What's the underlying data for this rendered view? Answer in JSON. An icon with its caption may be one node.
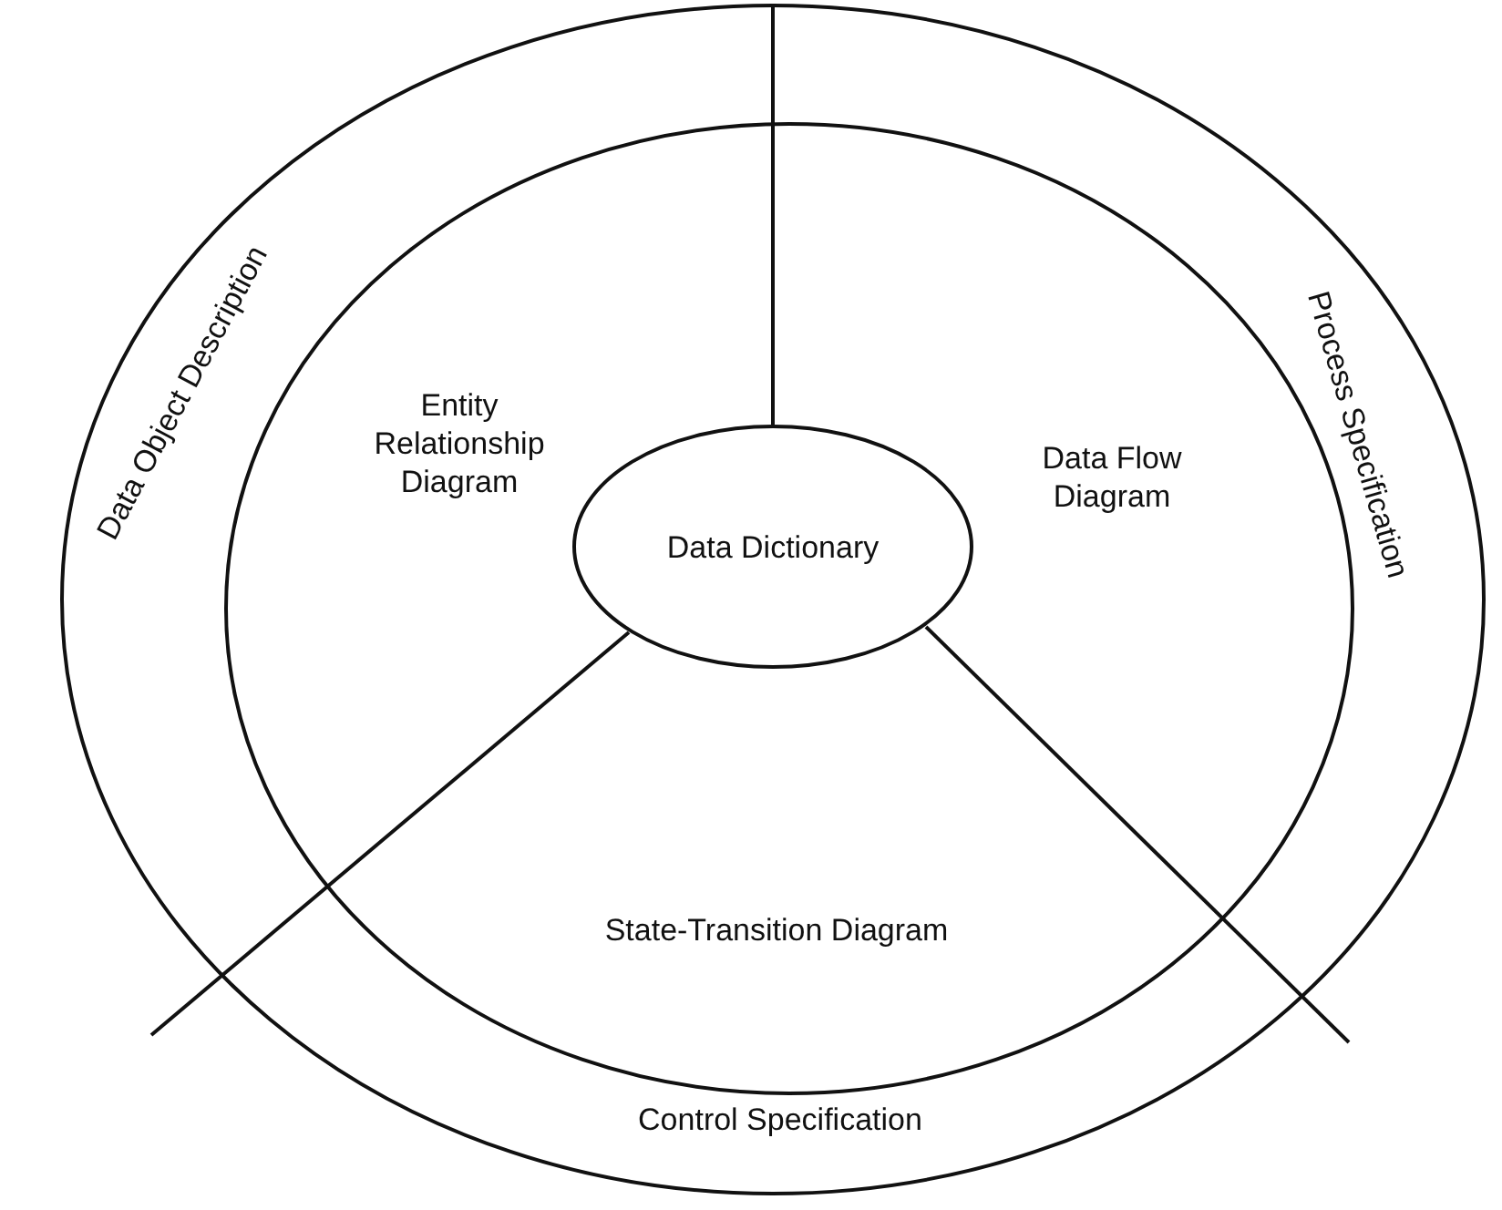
{
  "diagram": {
    "nodes": [
      {
        "text": [
          "Data Object Description"
        ]
      },
      {
        "text": [
          "Process Specification"
        ]
      },
      {
        "text": [
          "Entity Relationship Diagram"
        ]
      },
      {
        "text": [
          "Data Flow Diagram"
        ]
      },
      {
        "text": [
          "Data Dictionary"
        ]
      },
      {
        "text": [
          "State-Transition Diagram"
        ]
      },
      {
        "text": [
          "Control Specification"
        ]
      }
    ]
  }
}
